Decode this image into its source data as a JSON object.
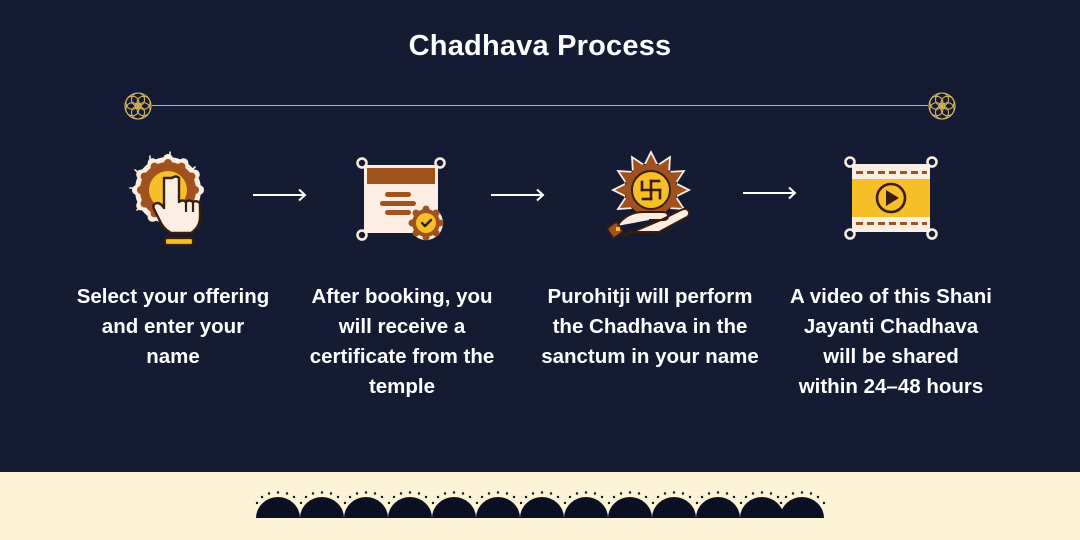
{
  "header": {
    "title": "Chadhava Process"
  },
  "colors": {
    "background_dark": "#141b33",
    "background_cream": "#fdf3d7",
    "gold_line": "#d4b46a",
    "icon_brown": "#a0521e",
    "icon_yellow": "#f6bf2a",
    "icon_cream": "#fdeee3",
    "icon_dark": "#3a1e0c",
    "scallop_dark": "#0b1022"
  },
  "steps": [
    {
      "icon": "hand-tap-icon",
      "text": "Select your offering and enter your name",
      "lines": [
        "Select your offering",
        "and enter your",
        "name"
      ]
    },
    {
      "icon": "certificate-icon",
      "text": "After booking, you will receive a certificate from the temple",
      "lines": [
        "After booking, you",
        "will receive a",
        "certificate from the",
        "temple"
      ]
    },
    {
      "icon": "offering-hand-swastika-icon",
      "text": "Purohitji will perform the Chadhava in the sanctum in your name",
      "lines": [
        "Purohitji will perform",
        "the Chadhava in the",
        "sanctum in your name"
      ]
    },
    {
      "icon": "video-play-icon",
      "text": "A video of this Shani Jayanti Chadhava will be shared within 24–48 hours",
      "lines": [
        "A video of this Shani",
        "Jayanti Chadhava",
        "will be shared",
        "within 24–48 hours"
      ]
    }
  ],
  "arrows": [
    "arrow-right-icon",
    "arrow-right-icon",
    "arrow-right-icon"
  ],
  "footer": {
    "scallop_count": 13
  }
}
